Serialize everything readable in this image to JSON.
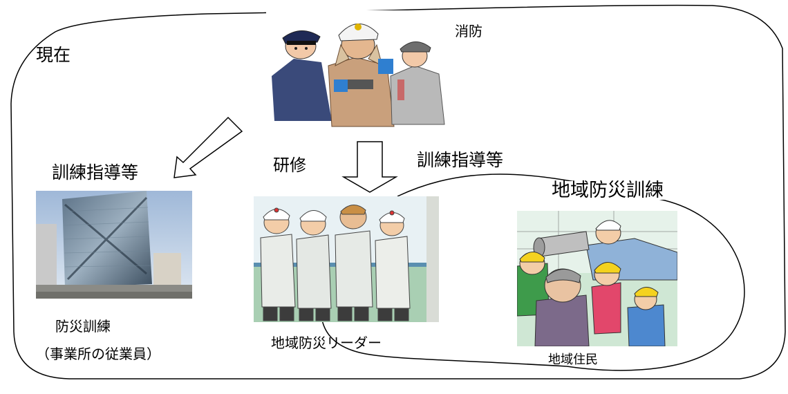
{
  "labels": {
    "current": "現在",
    "fire_department": "消防",
    "training_guidance_left": "訓練指導等",
    "workshop": "研修",
    "training_guidance_right": "訓練指導等",
    "community_drill": "地域防災訓練",
    "disaster_drill": "防災訓練",
    "employees_note": "（事業所の従業員）",
    "community_leader": "地域防災リーダー",
    "residents": "地域住民"
  }
}
